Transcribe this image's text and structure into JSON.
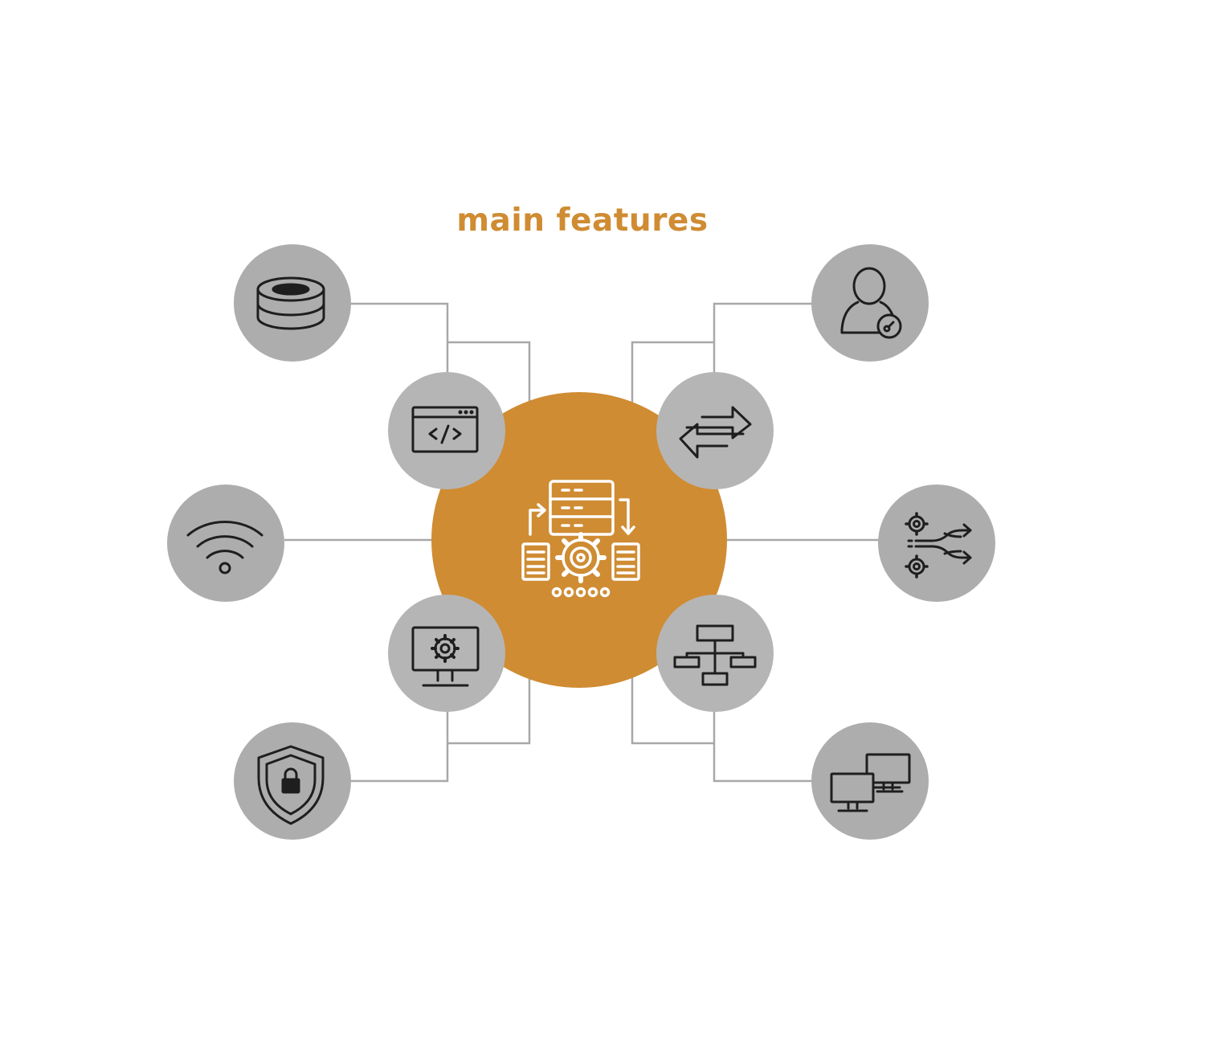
{
  "title": "main features",
  "colors": {
    "accent": "#cf8c33",
    "node": "#b5b5b5",
    "node_outer": "#adadad",
    "connector": "#a8a8a8",
    "icon": "#1e1e1e",
    "center_icon": "#ffffff"
  },
  "center": {
    "icon": "server-rack-gear-icon"
  },
  "nodes": [
    {
      "id": "database",
      "icon": "database-icon"
    },
    {
      "id": "code",
      "icon": "code-window-icon"
    },
    {
      "id": "wifi",
      "icon": "wifi-icon"
    },
    {
      "id": "monitor-settings",
      "icon": "monitor-gear-icon"
    },
    {
      "id": "security",
      "icon": "shield-lock-icon"
    },
    {
      "id": "user-access",
      "icon": "user-key-icon"
    },
    {
      "id": "data-transfer",
      "icon": "arrows-exchange-icon"
    },
    {
      "id": "automation",
      "icon": "gears-split-arrows-icon"
    },
    {
      "id": "hierarchy",
      "icon": "org-chart-icon"
    },
    {
      "id": "networked-computers",
      "icon": "two-computers-icon"
    }
  ]
}
